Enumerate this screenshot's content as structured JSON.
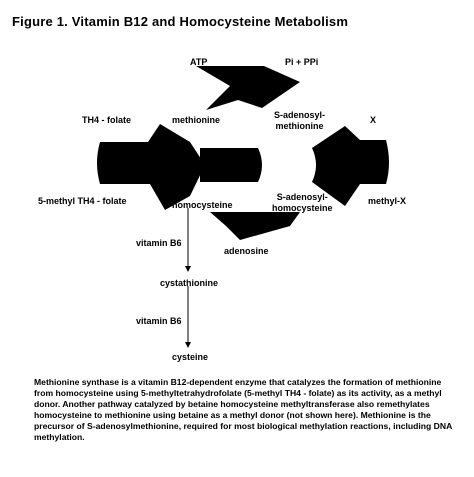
{
  "figure_title": "Figure 1. Vitamin B12 and Homocysteine Metabolism",
  "labels": {
    "atp": "ATP",
    "pi_ppi": "Pi + PPi",
    "methionine": "methionine",
    "sam": "S-adenosyl-\nmethionine",
    "x": "X",
    "thf_folate": "TH4 - folate",
    "methyl_thf_folate": "5-methyl TH4 - folate",
    "homocysteine": "homocysteine",
    "sah": "S-adenosyl-\nhomocysteine",
    "methyl_x": "methyl-X",
    "adenosine": "adenosine",
    "vitamin_b6_1": "vitamin B6",
    "cystathionine": "cystathionine",
    "vitamin_b6_2": "vitamin B6",
    "cysteine": "cysteine"
  },
  "caption": "Methionine synthase is a vitamin B12-dependent enzyme that catalyzes the formation of methionine from homocysteine using 5-methyltetrahydrofolate (5-methyl TH4 - folate) as its activity, as a methyl donor. Another pathway catalyzed by betaine homocysteine methyltransferase also remethylates homocysteine to methionine using betaine as a methyl donor (not shown here). Methionine is the precursor of S-adenosylmethionine, required for most biological methylation reactions, including DNA methylation.",
  "colors": {
    "arrow_fill": "#000000",
    "background": "#ffffff"
  }
}
